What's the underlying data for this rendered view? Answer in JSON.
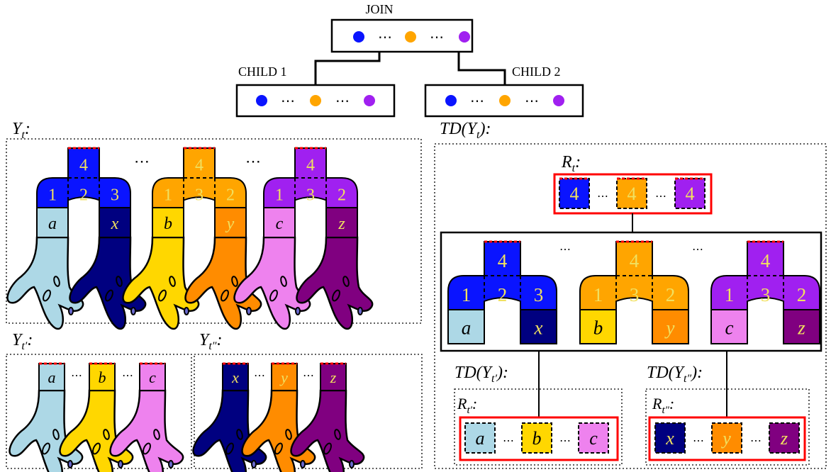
{
  "colors": {
    "blue": "#0a14ff",
    "orange": "#ffa500",
    "purple": "#a020f0",
    "lightblue": "#add8e6",
    "navy": "#000080",
    "gold": "#ffd700",
    "darkorange": "#ff8c00",
    "violet": "#ee82ee",
    "darkpurple": "#800080",
    "red": "#ff0000",
    "digit": "#f0e060"
  },
  "labels": {
    "join": "JOIN",
    "child1": "CHILD 1",
    "child2": "CHILD 2",
    "dots": "⋯",
    "yt": {
      "main": "Y",
      "sub": "t",
      "colon": ":"
    },
    "ytp": {
      "main": "Y",
      "sub": "t′",
      "colon": ":"
    },
    "ytpp": {
      "main": "Y",
      "sub": "t″",
      "colon": ":"
    },
    "td_yt": {
      "pre": "TD(Y",
      "sub": "t",
      "post": "):"
    },
    "td_ytp": {
      "pre": "TD(Y",
      "sub": "t′",
      "post": "):"
    },
    "td_ytpp": {
      "pre": "TD(Y",
      "sub": "t″",
      "post": "):"
    },
    "rt": {
      "main": "R",
      "sub": "t",
      "colon": ":"
    },
    "rtp": {
      "main": "R",
      "sub": "t′",
      "colon": ":"
    },
    "rtpp": {
      "main": "R",
      "sub": "t″",
      "colon": ":"
    }
  },
  "gadgets": [
    {
      "top": "4",
      "bottom": [
        "1",
        "2",
        "3"
      ],
      "left_leaf": "a",
      "right_leaf": "x"
    },
    {
      "top": "4",
      "bottom": [
        "1",
        "3",
        "2"
      ],
      "left_leaf": "b",
      "right_leaf": "y"
    },
    {
      "top": "4",
      "bottom": [
        "1",
        "3",
        "2"
      ],
      "left_leaf": "c",
      "right_leaf": "z"
    }
  ],
  "root_bag": [
    "4",
    "4",
    "4"
  ],
  "leaf_bag_left": [
    "a",
    "b",
    "c"
  ],
  "leaf_bag_right": [
    "x",
    "y",
    "z"
  ]
}
